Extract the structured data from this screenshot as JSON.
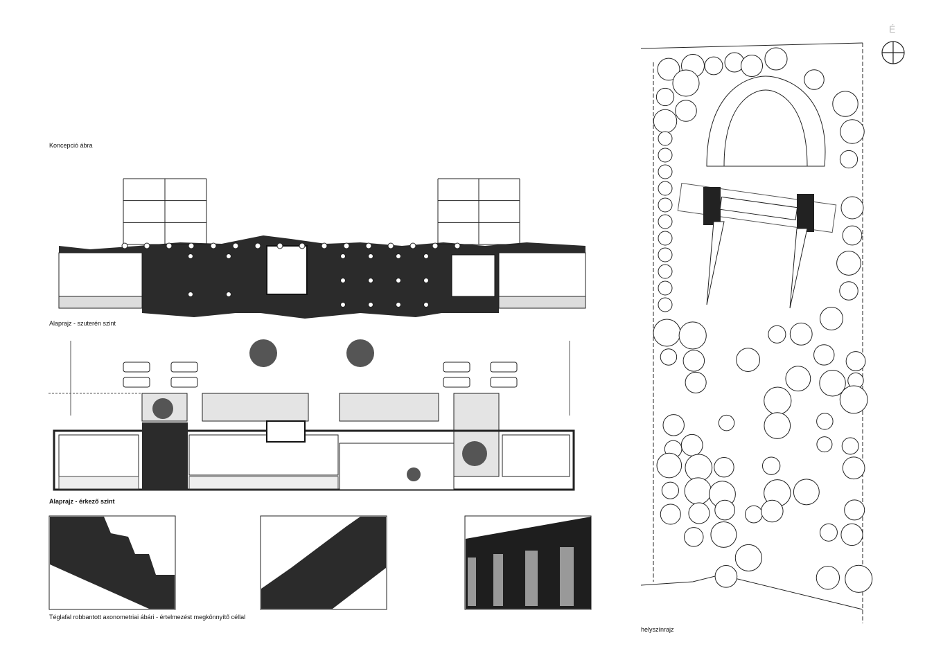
{
  "labels": {
    "concept": "Koncepció ábra",
    "basement_plan": "Alaprajz - szuterén szint",
    "entry_plan": "Alaprajz - érkező szint",
    "axonometric": "Téglafal robbantott axonometriai ábári - értelmezést megkönnyítő céllal",
    "site_plan": "helyszínrajz",
    "north": "É"
  },
  "colors": {
    "ink": "#1a1a1a",
    "paper": "#ffffff",
    "hatch": "#2b2b2b"
  }
}
